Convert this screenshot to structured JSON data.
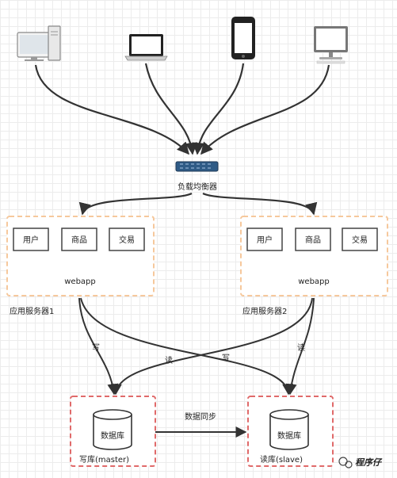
{
  "load_balancer_label": "负载均衡器",
  "servers": [
    {
      "label": "应用服务器1",
      "webapp": "webapp",
      "modules": [
        "用户",
        "商品",
        "交易"
      ]
    },
    {
      "label": "应用服务器2",
      "webapp": "webapp",
      "modules": [
        "用户",
        "商品",
        "交易"
      ]
    }
  ],
  "databases": {
    "master": {
      "title": "数据库",
      "caption": "写库(master)"
    },
    "slave": {
      "title": "数据库",
      "caption": "读库(slave)"
    }
  },
  "edge_labels": {
    "write": "写",
    "read": "读",
    "sync": "数据同步"
  },
  "clients": [
    {
      "icon": "desktop-pc-icon"
    },
    {
      "icon": "laptop-icon"
    },
    {
      "icon": "smartphone-icon"
    },
    {
      "icon": "monitor-icon"
    }
  ],
  "watermark": "程序仔",
  "colors": {
    "connector": "#333333",
    "server_border": "#f6c89c",
    "db_border": "#e06a6a",
    "switch": "#2f5b86"
  }
}
